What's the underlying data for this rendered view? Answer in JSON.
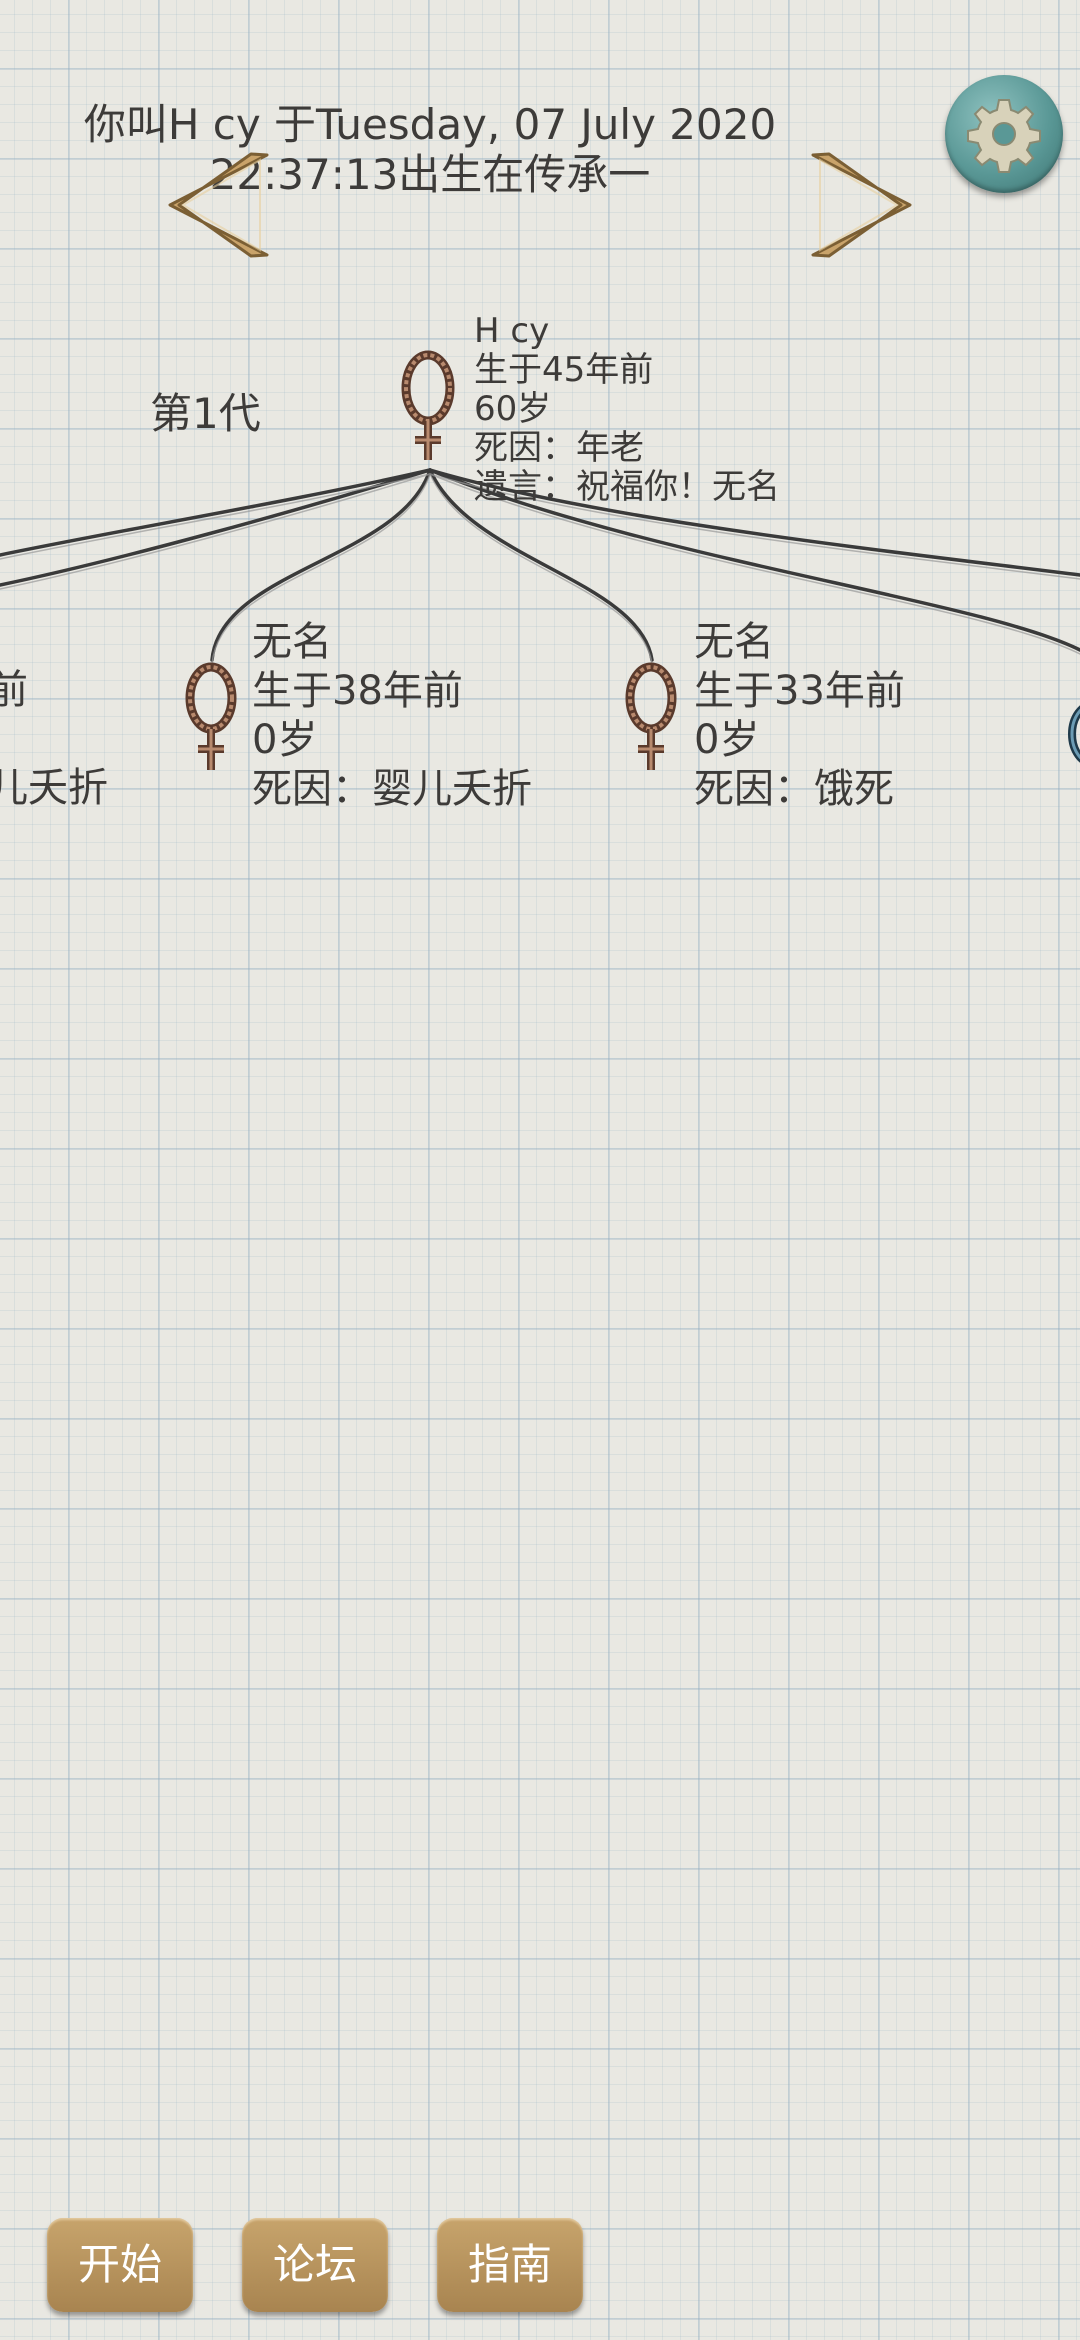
{
  "header": {
    "line1": "你叫H cy 于Tuesday, 07 July 2020",
    "line2": "22:37:13出生在传承一"
  },
  "generation_label": "第1代",
  "root": {
    "name": "H cy",
    "born": "生于45年前",
    "age": "60岁",
    "death": "死因：年老",
    "will": "遗言：祝福你！无名"
  },
  "children": [
    {
      "name": "无名",
      "born": "生于38年前",
      "age": "0岁",
      "death": "死因：婴儿夭折"
    },
    {
      "name": "无名",
      "born": "生于33年前",
      "age": "0岁",
      "death": "死因：饿死"
    }
  ],
  "left_partial": {
    "line1": "前",
    "line2": "儿夭折"
  },
  "nav": {
    "buttons": [
      "开始",
      "论坛",
      "指南"
    ]
  },
  "icons": {
    "prev": "chevron-left-icon",
    "next": "chevron-right-icon",
    "settings": "gear-icon",
    "female": "female-symbol-icon",
    "male": "male-symbol-icon"
  },
  "colors": {
    "background": "#e9e8e2",
    "button": "#b8945c",
    "settings": "#5a9896",
    "female_symbol": "#9a6a52",
    "male_symbol": "#3f6f88"
  }
}
